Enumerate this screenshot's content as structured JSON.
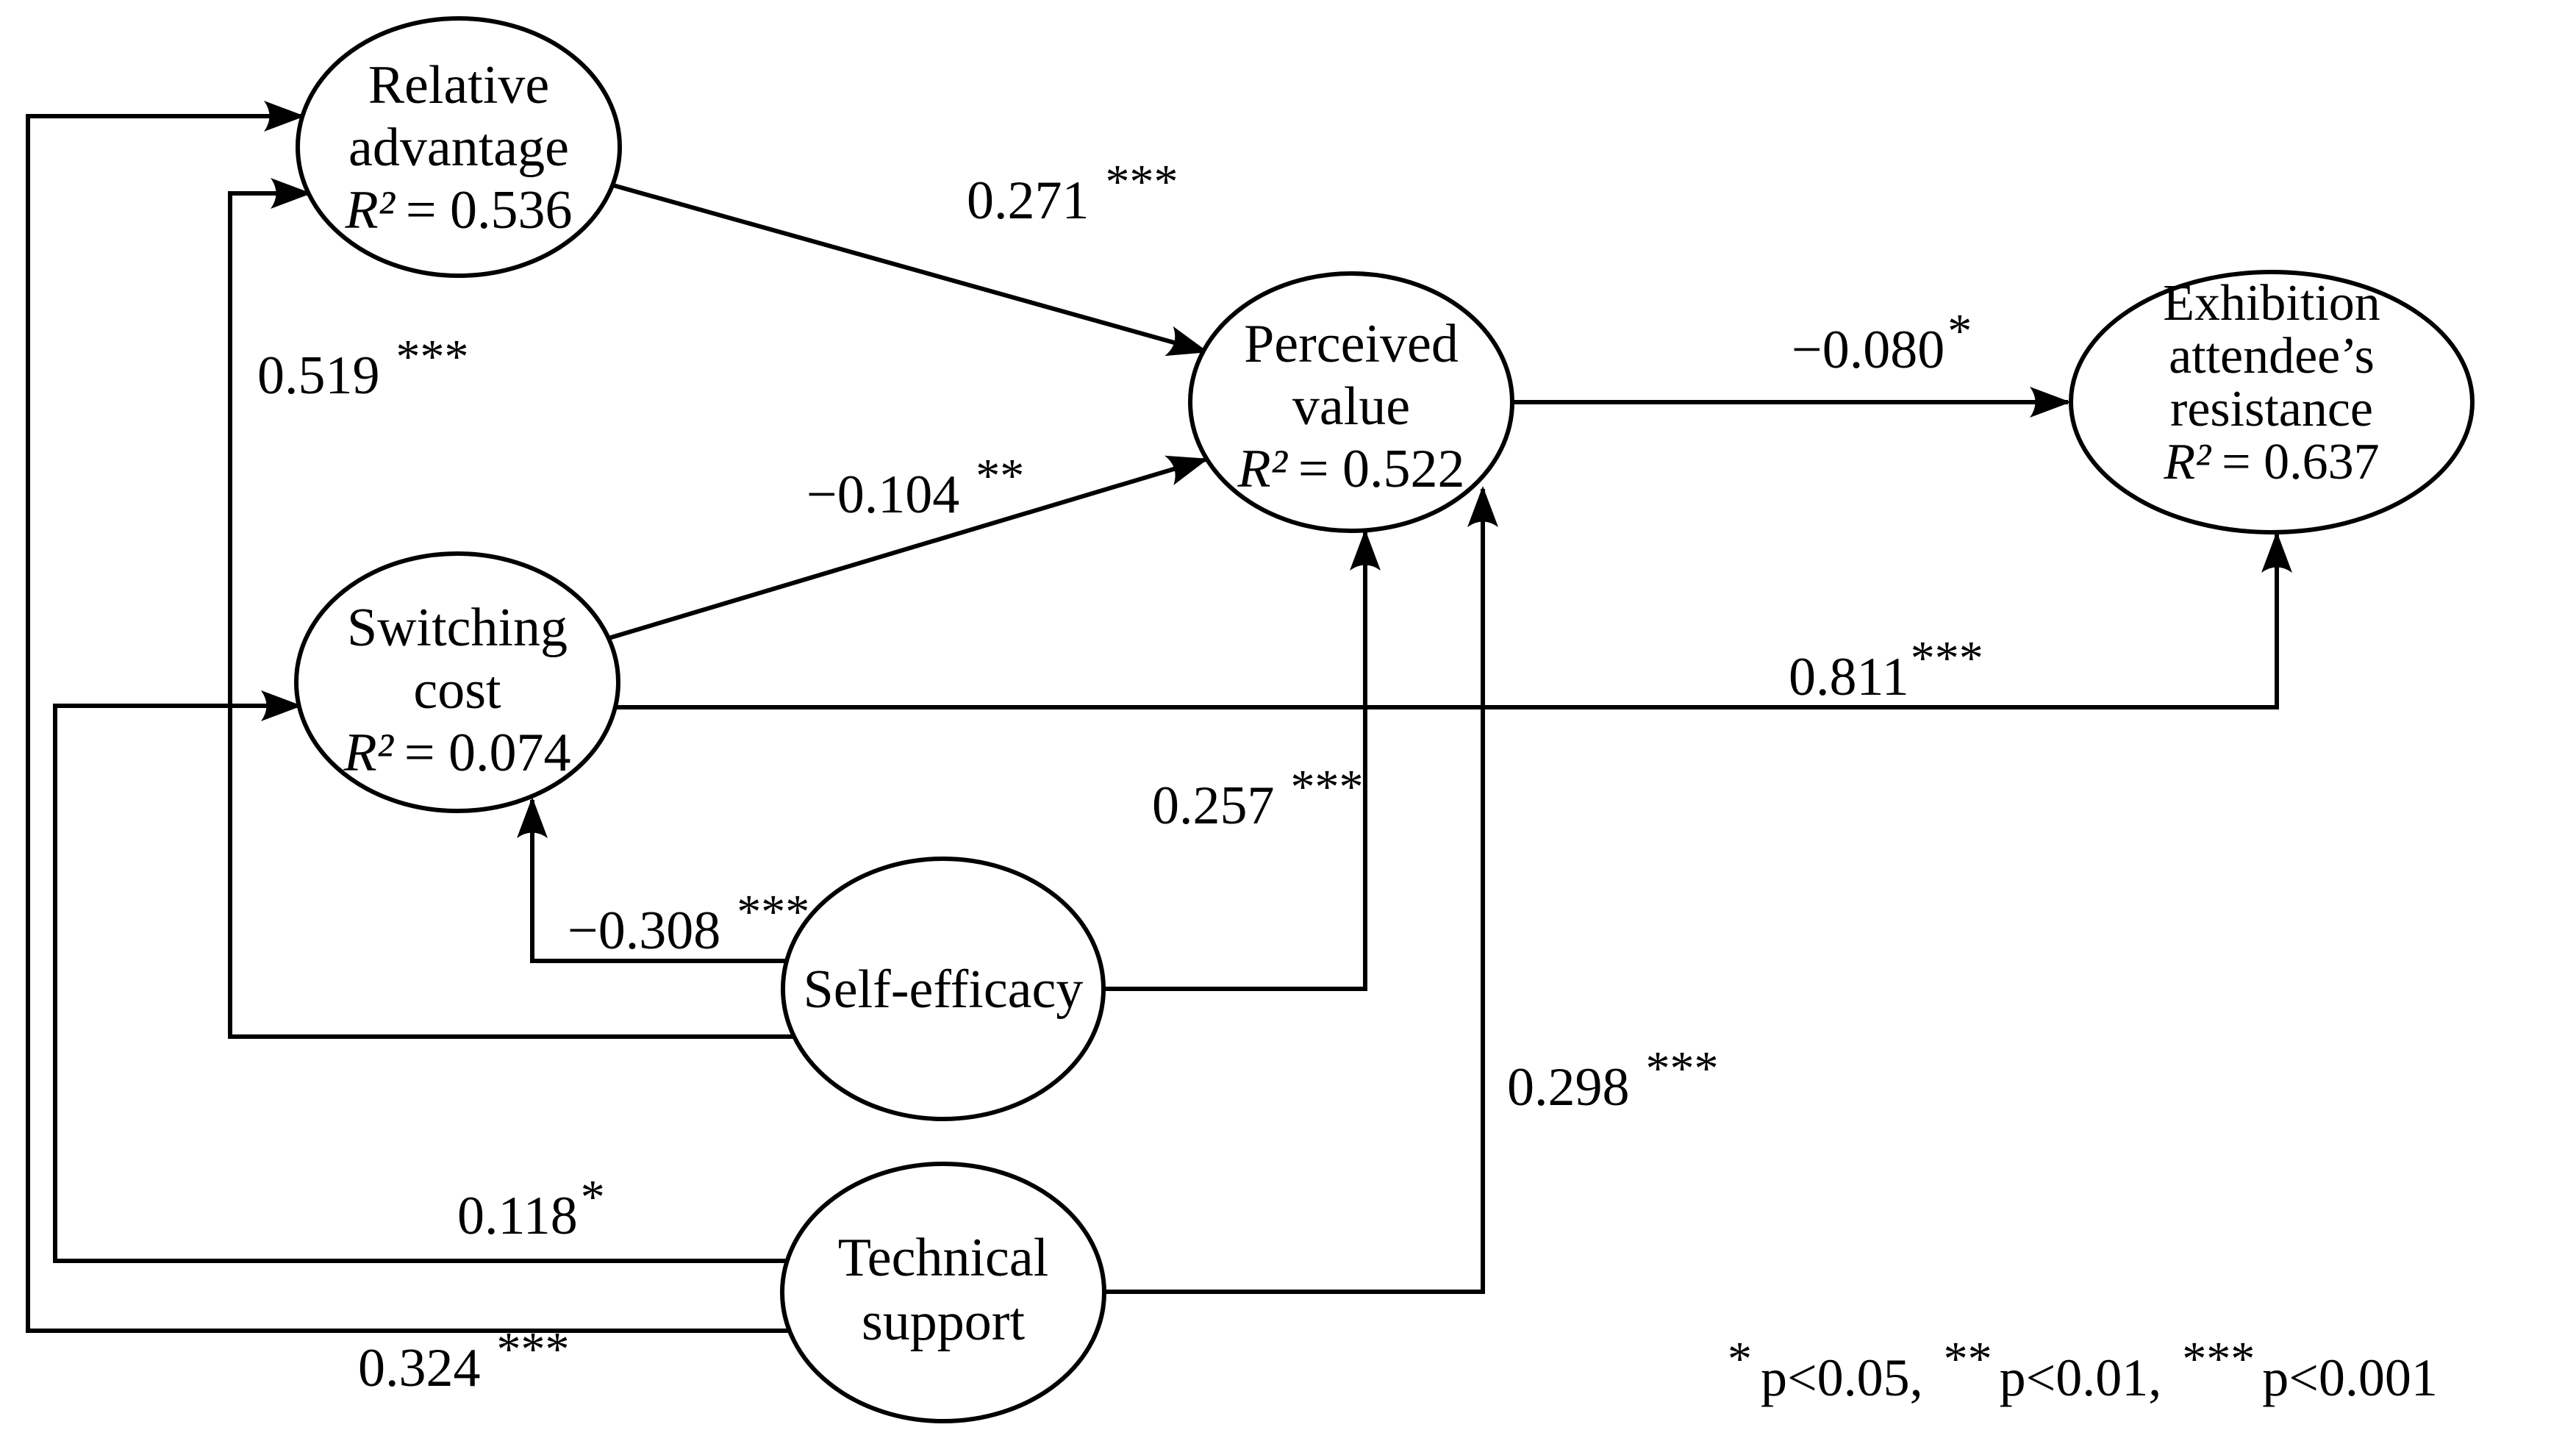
{
  "colors": {
    "line": "#000000",
    "background": "#ffffff",
    "text": "#000000"
  },
  "nodes": {
    "relative_advantage": {
      "lines": [
        "Relative",
        "advantage"
      ],
      "r_label": "R²",
      "r_value": "= 0.536"
    },
    "switching_cost": {
      "lines": [
        "Switching",
        "cost"
      ],
      "r_label": "R²",
      "r_value": "= 0.074"
    },
    "perceived_value": {
      "lines": [
        "Perceived",
        "value"
      ],
      "r_label": "R²",
      "r_value": "= 0.522"
    },
    "exhibition_resistance": {
      "lines": [
        "Exhibition",
        "attendee’s",
        "resistance"
      ],
      "r_label": "R²",
      "r_value": "= 0.637"
    },
    "self_efficacy": {
      "lines": [
        "Self-efficacy"
      ]
    },
    "technical_support": {
      "lines": [
        "Technical",
        "support"
      ]
    }
  },
  "edges": {
    "ra_pv": {
      "from": "relative_advantage",
      "to": "perceived_value",
      "label": "0.271",
      "stars": "***"
    },
    "sc_pv": {
      "from": "switching_cost",
      "to": "perceived_value",
      "label": "−0.104",
      "stars": "**"
    },
    "pv_ex": {
      "from": "perceived_value",
      "to": "exhibition_resistance",
      "label": "−0.080",
      "stars": "*"
    },
    "sc_ex": {
      "from": "switching_cost",
      "to": "exhibition_resistance",
      "label": "0.811",
      "stars": "***"
    },
    "se_pv": {
      "from": "self_efficacy",
      "to": "perceived_value",
      "label": "0.257",
      "stars": "***"
    },
    "ts_pv": {
      "from": "technical_support",
      "to": "perceived_value",
      "label": "0.298",
      "stars": "***"
    },
    "se_sc": {
      "from": "self_efficacy",
      "to": "switching_cost",
      "label": "−0.308",
      "stars": "***"
    },
    "se_ra": {
      "from": "self_efficacy",
      "to": "relative_advantage",
      "label": "0.519",
      "stars": "***"
    },
    "ts_sc": {
      "from": "technical_support",
      "to": "switching_cost",
      "label": "0.118",
      "stars": "*"
    },
    "ts_ra": {
      "from": "technical_support",
      "to": "relative_advantage",
      "label": "0.324",
      "stars": "***"
    }
  },
  "legend": {
    "parts": [
      {
        "stars": "*",
        "text": "p<0.05,"
      },
      {
        "stars": "**",
        "text": "p<0.01,"
      },
      {
        "stars": "***",
        "text": "p<0.001"
      }
    ]
  }
}
